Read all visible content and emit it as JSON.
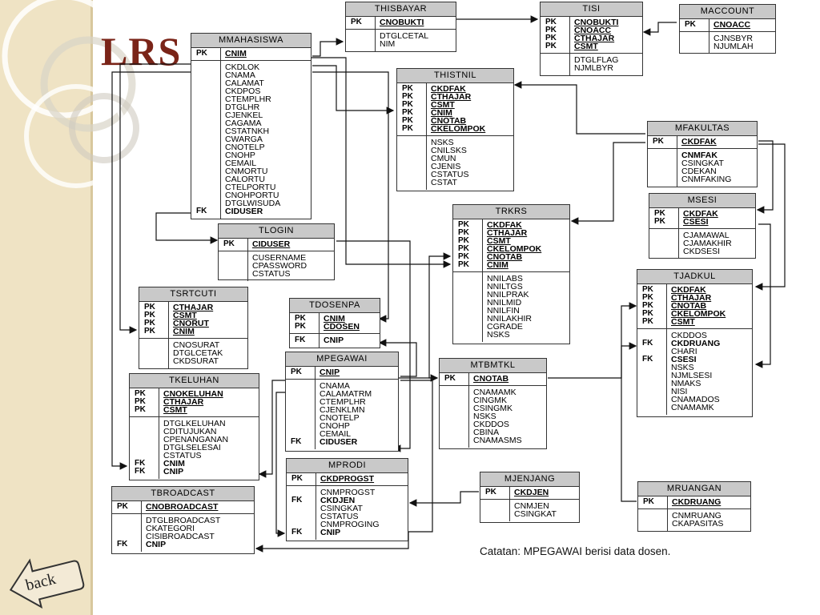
{
  "page": {
    "title": "LRS",
    "note": "Catatan: MPEGAWAI berisi data dosen.",
    "back_label": "back"
  },
  "colors": {
    "sidebar": "#efe3c4",
    "title": "#7a2418",
    "entity_header": "#c9c9c9"
  },
  "entities": [
    {
      "id": "MMAHASISWA",
      "name": "MMAHASISWA",
      "sections": [
        [
          {
            "k": "PK",
            "f": "CNIM",
            "s": "u"
          }
        ],
        [
          {
            "k": "",
            "f": "CKDLOK"
          },
          {
            "k": "",
            "f": "CNAMA"
          },
          {
            "k": "",
            "f": "CALAMAT"
          },
          {
            "k": "",
            "f": "CKDPOS"
          },
          {
            "k": "",
            "f": "CTEMPLHR"
          },
          {
            "k": "",
            "f": "DTGLHR"
          },
          {
            "k": "",
            "f": "CJENKEL"
          },
          {
            "k": "",
            "f": "CAGAMA"
          },
          {
            "k": "",
            "f": "CSTATNKH"
          },
          {
            "k": "",
            "f": "CWARGA"
          },
          {
            "k": "",
            "f": "CNOTELP"
          },
          {
            "k": "",
            "f": "CNOHP"
          },
          {
            "k": "",
            "f": "CEMAIL"
          },
          {
            "k": "",
            "f": "CNMORTU"
          },
          {
            "k": "",
            "f": "CALORTU"
          },
          {
            "k": "",
            "f": "CTELPORTU"
          },
          {
            "k": "",
            "f": "CNOHPORTU"
          },
          {
            "k": "",
            "f": "DTGLWISUDA"
          },
          {
            "k": "FK",
            "f": "CIDUSER",
            "s": "b"
          }
        ]
      ]
    },
    {
      "id": "THISBAYAR",
      "name": "THISBAYAR",
      "sections": [
        [
          {
            "k": "PK",
            "f": "CNOBUKTI",
            "s": "u"
          }
        ],
        [
          {
            "k": "",
            "f": "DTGLCETAL"
          },
          {
            "k": "",
            "f": "NIM"
          }
        ]
      ]
    },
    {
      "id": "TISI",
      "name": "TISI",
      "sections": [
        [
          {
            "k": "PK",
            "f": "CNOBUKTI",
            "s": "u"
          },
          {
            "k": "PK",
            "f": "CNOACC",
            "s": "u"
          },
          {
            "k": "PK",
            "f": "CTHAJAR",
            "s": "u"
          },
          {
            "k": "PK",
            "f": "CSMT",
            "s": "u"
          }
        ],
        [
          {
            "k": "",
            "f": "DTGLFLAG"
          },
          {
            "k": "",
            "f": "NJMLBYR"
          }
        ]
      ]
    },
    {
      "id": "MACCOUNT",
      "name": "MACCOUNT",
      "sections": [
        [
          {
            "k": "PK",
            "f": "CNOACC",
            "s": "u"
          }
        ],
        [
          {
            "k": "",
            "f": "CJNSBYR"
          },
          {
            "k": "",
            "f": "NJUMLAH"
          }
        ]
      ]
    },
    {
      "id": "THISTNIL",
      "name": "THISTNIL",
      "sections": [
        [
          {
            "k": "PK",
            "f": "CKDFAK",
            "s": "u"
          },
          {
            "k": "PK",
            "f": "CTHAJAR",
            "s": "u"
          },
          {
            "k": "PK",
            "f": "CSMT",
            "s": "u"
          },
          {
            "k": "PK",
            "f": "CNIM",
            "s": "u"
          },
          {
            "k": "PK",
            "f": "CNOTAB",
            "s": "u"
          },
          {
            "k": "PK",
            "f": "CKELOMPOK",
            "s": "u"
          }
        ],
        [
          {
            "k": "",
            "f": "NSKS"
          },
          {
            "k": "",
            "f": "CNILSKS"
          },
          {
            "k": "",
            "f": "CMUN"
          },
          {
            "k": "",
            "f": "CJENIS"
          },
          {
            "k": "",
            "f": "CSTATUS"
          },
          {
            "k": "",
            "f": "CSTAT"
          }
        ]
      ]
    },
    {
      "id": "MFAKULTAS",
      "name": "MFAKULTAS",
      "sections": [
        [
          {
            "k": "PK",
            "f": "CKDFAK",
            "s": "u"
          }
        ],
        [
          {
            "k": "",
            "f": "CNMFAK",
            "s": "b"
          },
          {
            "k": "",
            "f": "CSINGKAT"
          },
          {
            "k": "",
            "f": "CDEKAN"
          },
          {
            "k": "",
            "f": "CNMFAKING"
          }
        ]
      ]
    },
    {
      "id": "MSESI",
      "name": "MSESI",
      "sections": [
        [
          {
            "k": "PK",
            "f": "CKDFAK",
            "s": "u"
          },
          {
            "k": "PK",
            "f": "CSESI",
            "s": "u"
          }
        ],
        [
          {
            "k": "",
            "f": "CJAMAWAL"
          },
          {
            "k": "",
            "f": "CJAMAKHIR"
          },
          {
            "k": "",
            "f": "CKDSESI"
          }
        ]
      ]
    },
    {
      "id": "TLOGIN",
      "name": "TLOGIN",
      "sections": [
        [
          {
            "k": "PK",
            "f": "CIDUSER",
            "s": "u"
          }
        ],
        [
          {
            "k": "",
            "f": "CUSERNAME"
          },
          {
            "k": "",
            "f": "CPASSWORD"
          },
          {
            "k": "",
            "f": "CSTATUS"
          }
        ]
      ]
    },
    {
      "id": "TRKRS",
      "name": "TRKRS",
      "sections": [
        [
          {
            "k": "PK",
            "f": "CKDFAK",
            "s": "u"
          },
          {
            "k": "PK",
            "f": "CTHAJAR",
            "s": "u"
          },
          {
            "k": "PK",
            "f": "CSMT",
            "s": "u"
          },
          {
            "k": "PK",
            "f": "CKELOMPOK",
            "s": "u"
          },
          {
            "k": "PK",
            "f": "CNOTAB",
            "s": "u"
          },
          {
            "k": "PK",
            "f": "CNIM",
            "s": "u"
          }
        ],
        [
          {
            "k": "",
            "f": "NNILABS"
          },
          {
            "k": "",
            "f": "NNILTGS"
          },
          {
            "k": "",
            "f": "NNILPRAK"
          },
          {
            "k": "",
            "f": "NNILMID"
          },
          {
            "k": "",
            "f": "NNILFIN"
          },
          {
            "k": "",
            "f": "NNILAKHIR"
          },
          {
            "k": "",
            "f": "CGRADE"
          },
          {
            "k": "",
            "f": "NSKS"
          }
        ]
      ]
    },
    {
      "id": "TJADKUL",
      "name": "TJADKUL",
      "sections": [
        [
          {
            "k": "PK",
            "f": "CKDFAK",
            "s": "u"
          },
          {
            "k": "PK",
            "f": "CTHAJAR",
            "s": "u"
          },
          {
            "k": "PK",
            "f": "CNOTAB",
            "s": "u"
          },
          {
            "k": "PK",
            "f": "CKELOMPOK",
            "s": "u"
          },
          {
            "k": "PK",
            "f": "CSMT",
            "s": "u"
          }
        ],
        [
          {
            "k": "",
            "f": "CKDDOS"
          },
          {
            "k": "FK",
            "f": "CKDRUANG",
            "s": "b"
          },
          {
            "k": "",
            "f": "CHARI"
          },
          {
            "k": "FK",
            "f": "CSESI",
            "s": "b"
          },
          {
            "k": "",
            "f": "NSKS"
          },
          {
            "k": "",
            "f": "NJMLSESI"
          },
          {
            "k": "",
            "f": "NMAKS"
          },
          {
            "k": "",
            "f": "NISI"
          },
          {
            "k": "",
            "f": "CNAMADOS"
          },
          {
            "k": "",
            "f": "CNAMAMK"
          }
        ]
      ]
    },
    {
      "id": "TSRTCUTI",
      "name": "TSRTCUTI",
      "sections": [
        [
          {
            "k": "PK",
            "f": "CTHAJAR",
            "s": "u"
          },
          {
            "k": "PK",
            "f": "CSMT",
            "s": "u"
          },
          {
            "k": "PK",
            "f": "CNORUT",
            "s": "u"
          },
          {
            "k": "PK",
            "f": "CNIM",
            "s": "u"
          }
        ],
        [
          {
            "k": "",
            "f": "CNOSURAT"
          },
          {
            "k": "",
            "f": "DTGLCETAK"
          },
          {
            "k": "",
            "f": "CKDSURAT"
          }
        ]
      ]
    },
    {
      "id": "TDOSENPA",
      "name": "TDOSENPA",
      "sections": [
        [
          {
            "k": "PK",
            "f": "CNIM",
            "s": "u"
          },
          {
            "k": "PK",
            "f": "CDOSEN",
            "s": "u"
          }
        ],
        [
          {
            "k": "FK",
            "f": "CNIP",
            "s": "b"
          }
        ]
      ]
    },
    {
      "id": "MPEGAWAI",
      "name": "MPEGAWAI",
      "sections": [
        [
          {
            "k": "PK",
            "f": "CNIP",
            "s": "u"
          }
        ],
        [
          {
            "k": "",
            "f": "CNAMA"
          },
          {
            "k": "",
            "f": "CALAMATRM"
          },
          {
            "k": "",
            "f": "CTEMPLHR"
          },
          {
            "k": "",
            "f": "CJENKLMN"
          },
          {
            "k": "",
            "f": "CNOTELP"
          },
          {
            "k": "",
            "f": "CNOHP"
          },
          {
            "k": "",
            "f": "CEMAIL"
          },
          {
            "k": "FK",
            "f": "CIDUSER",
            "s": "b"
          }
        ]
      ]
    },
    {
      "id": "MTBMTKL",
      "name": "MTBMTKL",
      "sections": [
        [
          {
            "k": "PK",
            "f": "CNOTAB",
            "s": "u"
          }
        ],
        [
          {
            "k": "",
            "f": "CNAMAMK"
          },
          {
            "k": "",
            "f": "CINGMK"
          },
          {
            "k": "",
            "f": "CSINGMK"
          },
          {
            "k": "",
            "f": "NSKS"
          },
          {
            "k": "",
            "f": "CKDDOS"
          },
          {
            "k": "",
            "f": "CBINA"
          },
          {
            "k": "",
            "f": "CNAMASMS"
          }
        ]
      ]
    },
    {
      "id": "TKELUHAN",
      "name": "TKELUHAN",
      "sections": [
        [
          {
            "k": "PK",
            "f": "CNOKELUHAN",
            "s": "u"
          },
          {
            "k": "PK",
            "f": "CTHAJAR",
            "s": "u"
          },
          {
            "k": "PK",
            "f": "CSMT",
            "s": "u"
          }
        ],
        [
          {
            "k": "",
            "f": "DTGLKELUHAN"
          },
          {
            "k": "",
            "f": "CDITUJUKAN"
          },
          {
            "k": "",
            "f": "CPENANGANAN"
          },
          {
            "k": "",
            "f": "DTGLSELESAI"
          },
          {
            "k": "",
            "f": "CSTATUS"
          },
          {
            "k": "FK",
            "f": "CNIM",
            "s": "b"
          },
          {
            "k": "FK",
            "f": "CNIP",
            "s": "b"
          }
        ]
      ]
    },
    {
      "id": "MPRODI",
      "name": "MPRODI",
      "sections": [
        [
          {
            "k": "PK",
            "f": "CKDPROGST",
            "s": "u"
          }
        ],
        [
          {
            "k": "",
            "f": "CNMPROGST"
          },
          {
            "k": "FK",
            "f": "CKDJEN",
            "s": "b"
          },
          {
            "k": "",
            "f": "CSINGKAT"
          },
          {
            "k": "",
            "f": "CSTATUS"
          },
          {
            "k": "",
            "f": "CNMPROGING"
          },
          {
            "k": "FK",
            "f": "CNIP",
            "s": "b"
          }
        ]
      ]
    },
    {
      "id": "MJENJANG",
      "name": "MJENJANG",
      "sections": [
        [
          {
            "k": "PK",
            "f": "CKDJEN",
            "s": "u"
          }
        ],
        [
          {
            "k": "",
            "f": "CNMJEN"
          },
          {
            "k": "",
            "f": "CSINGKAT"
          }
        ]
      ]
    },
    {
      "id": "MRUANGAN",
      "name": "MRUANGAN",
      "sections": [
        [
          {
            "k": "PK",
            "f": "CKDRUANG",
            "s": "u"
          }
        ],
        [
          {
            "k": "",
            "f": "CNMRUANG"
          },
          {
            "k": "",
            "f": "CKAPASITAS"
          }
        ]
      ]
    },
    {
      "id": "TBROADCAST",
      "name": "TBROADCAST",
      "sections": [
        [
          {
            "k": "PK",
            "f": "CNOBROADCAST",
            "s": "u"
          }
        ],
        [
          {
            "k": "",
            "f": "DTGLBROADCAST"
          },
          {
            "k": "",
            "f": "CKATEGORI"
          },
          {
            "k": "",
            "f": "CISIBROADCAST"
          },
          {
            "k": "FK",
            "f": "CNIP",
            "s": "b"
          }
        ]
      ]
    }
  ]
}
